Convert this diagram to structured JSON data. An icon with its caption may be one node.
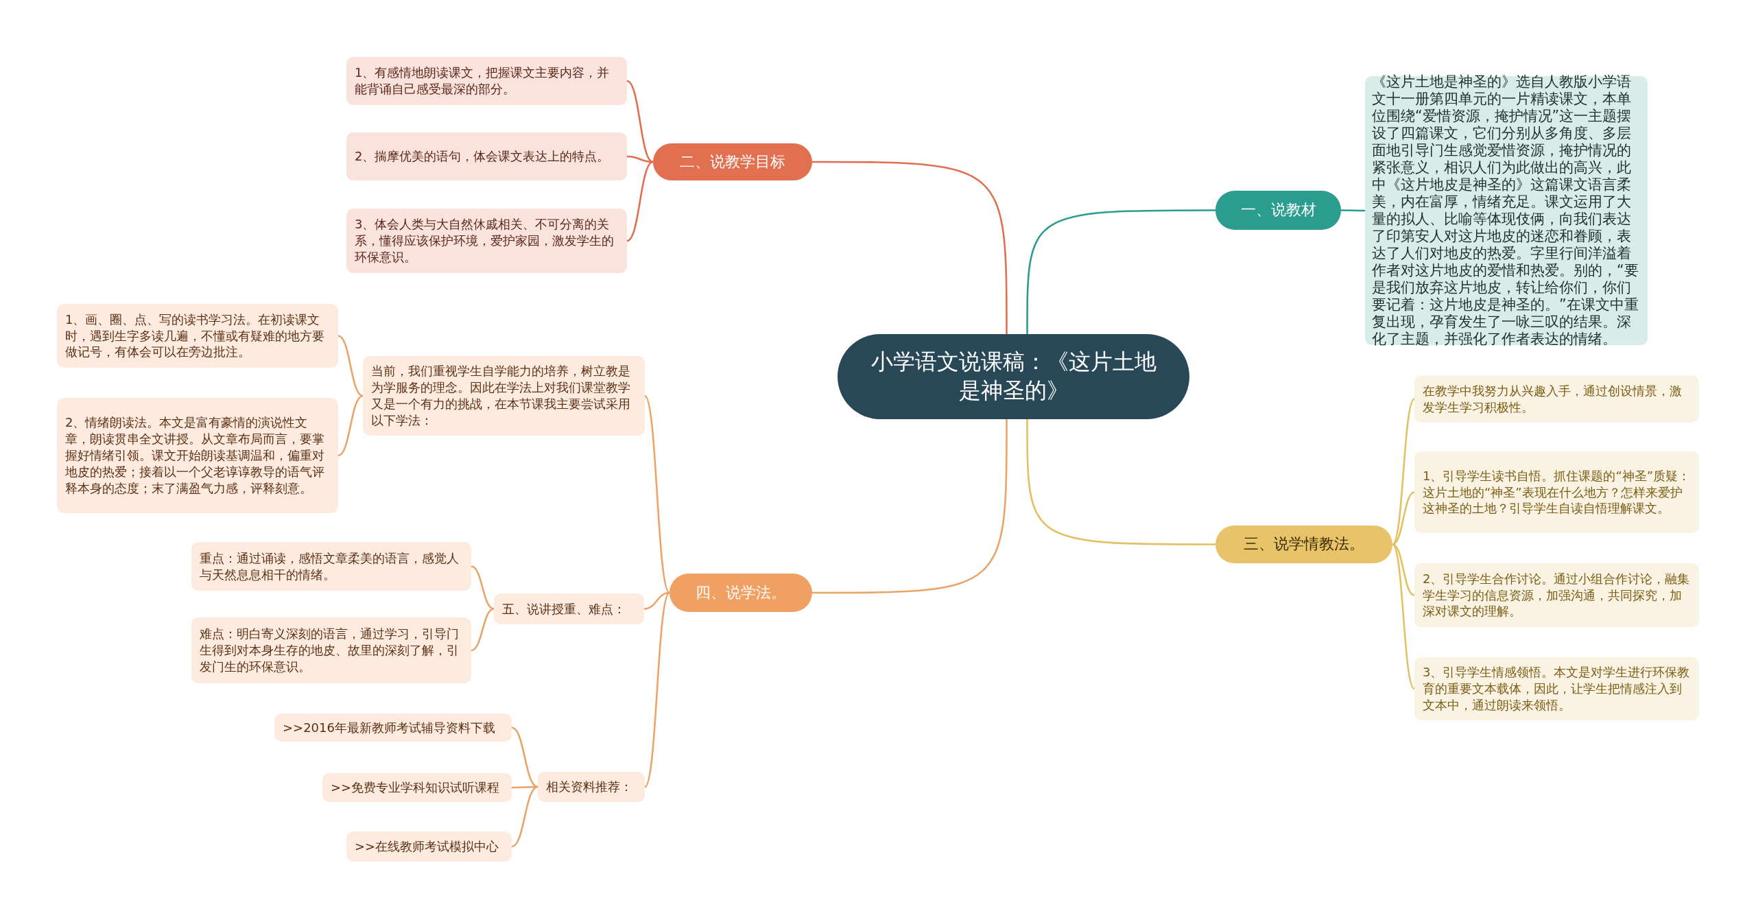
{
  "diagram": {
    "nodes": [
      {
        "text": [
          "小学语文说课稿：《这片土地是神圣的》"
        ]
      },
      {
        "text": [
          "一、说教材"
        ]
      },
      {
        "text": [
          "《这片土地是神圣的》选自人教版小学语文十一册第四单元的一片精读课文，本单位围绕“爱惜资源，掩护情况”这一主题摆设了四篇课文，它们分别从多角度、多层面地引导门生感觉爱惜资源，掩护情况的紧张意义，相识人们为此做出的高兴，此中《这片地皮是神圣的》这篇课文语言柔美，内在富厚，情绪充足。课文运用了大量的拟人、比喻等体现伎俩，向我们表达了印第安人对这片地皮的迷恋和眷顾，表达了人们对地皮的热爱。字里行间洋溢着作者对这片地皮的爱惜和热爱。别的，“要是我们放弃这片地皮，转让给你们，你们要记着：这片地皮是神圣的。”在课文中重复出现，孕育发生了一咏三叹的结果。深化了主题，并强化了作者表达的情绪。"
        ]
      },
      {
        "text": [
          "三、说学情教法。"
        ]
      },
      {
        "text": [
          "在教学中我努力从兴趣入手，通过创设情景，激发学生学习积极性。"
        ]
      },
      {
        "text": [
          "1、引导学生读书自悟。抓住课题的“神圣”质疑：这片土地的“神圣”表现在什么地方？怎样来爱护这神圣的土地？引导学生自读自悟理解课文。"
        ]
      },
      {
        "text": [
          "2、引导学生合作讨论。通过小组合作讨论，融集学生学习的信息资源，加强沟通，共同探究，加深对课文的理解。"
        ]
      },
      {
        "text": [
          "3、引导学生情感领悟。本文是对学生进行环保教育的重要文本载体，因此，让学生把情感注入到文本中，通过朗读来领悟。"
        ]
      },
      {
        "text": [
          "二、说教学目标"
        ]
      },
      {
        "text": [
          "1、有感情地朗读课文，把握课文主要内容，并能背诵自己感受最深的部分。"
        ]
      },
      {
        "text": [
          "2、揣摩优美的语句，体会课文表达上的特点。"
        ]
      },
      {
        "text": [
          "3、体会人类与大自然休戚相关、不可分离的关系，懂得应该保护环境，爱护家园，激发学生的环保意识。"
        ]
      },
      {
        "text": [
          "四、说学法。"
        ]
      },
      {
        "text": [
          "当前，我们重视学生自学能力的培养，树立教是为学服务的理念。因此在学法上对我们课堂教学又是一个有力的挑战，在本节课我主要尝试采用以下学法："
        ]
      },
      {
        "text": [
          "1、画、圈、点、写的读书学习法。在初读课文时，遇到生字多读几遍，不懂或有疑难的地方要做记号，有体会可以在旁边批注。"
        ]
      },
      {
        "text": [
          "2、情绪朗读法。本文是富有豪情的演说性文章，朗读贯串全文讲授。从文章布局而言，要掌握好情绪引领。课文开始朗读基调温和，偏重对地皮的热爱；接着以一个父老谆谆教导的语气评释本身的态度；末了满盈气力感，评释刻意。"
        ]
      },
      {
        "text": [
          "五、说讲授重、难点："
        ]
      },
      {
        "text": [
          "重点：通过诵读，感悟文章柔美的语言，感觉人与天然息息相干的情绪。"
        ]
      },
      {
        "text": [
          "难点：明白寄义深刻的语言，通过学习，引导门生得到对本身生存的地皮、故里的深刻了解，引发门生的环保意识。"
        ]
      },
      {
        "text": [
          "相关资料推荐："
        ]
      },
      {
        "text": [
          ">>2016年最新教师考试辅导资料下载"
        ]
      },
      {
        "text": [
          ">>免费专业学科知识试听课程"
        ]
      },
      {
        "text": [
          ">>在线教师考试模拟中心"
        ]
      }
    ],
    "edges": [
      {
        "from": 0,
        "to": 1,
        "arrow": "none",
        "color": "#2a9d8f"
      },
      {
        "from": 1,
        "to": 2,
        "arrow": "none",
        "color": "#2a9d8f"
      },
      {
        "from": 0,
        "to": 3,
        "arrow": "none",
        "color": "#e3c063"
      },
      {
        "from": 3,
        "to": 4,
        "arrow": "none",
        "color": "#e3c063"
      },
      {
        "from": 3,
        "to": 5,
        "arrow": "none",
        "color": "#e3c063"
      },
      {
        "from": 3,
        "to": 6,
        "arrow": "none",
        "color": "#e3c063"
      },
      {
        "from": 3,
        "to": 7,
        "arrow": "none",
        "color": "#e3c063"
      },
      {
        "from": 0,
        "to": 8,
        "arrow": "none",
        "color": "#e07050"
      },
      {
        "from": 8,
        "to": 9,
        "arrow": "none",
        "color": "#e07050"
      },
      {
        "from": 8,
        "to": 10,
        "arrow": "none",
        "color": "#e07050"
      },
      {
        "from": 8,
        "to": 11,
        "arrow": "none",
        "color": "#e07050"
      },
      {
        "from": 0,
        "to": 12,
        "arrow": "none"
      },
      {
        "from": 12,
        "to": 13,
        "arrow": "none"
      },
      {
        "from": 13,
        "to": 14,
        "arrow": "none"
      },
      {
        "from": 13,
        "to": 15,
        "arrow": "none"
      },
      {
        "from": 12,
        "to": 16,
        "arrow": "none"
      },
      {
        "from": 16,
        "to": 17,
        "arrow": "none"
      },
      {
        "from": 16,
        "to": 18,
        "arrow": "none"
      },
      {
        "from": 12,
        "to": 19,
        "arrow": "none"
      },
      {
        "from": 19,
        "to": 20,
        "arrow": "none"
      },
      {
        "from": 19,
        "to": 21,
        "arrow": "none"
      },
      {
        "from": 19,
        "to": 22,
        "arrow": "none"
      }
    ]
  }
}
